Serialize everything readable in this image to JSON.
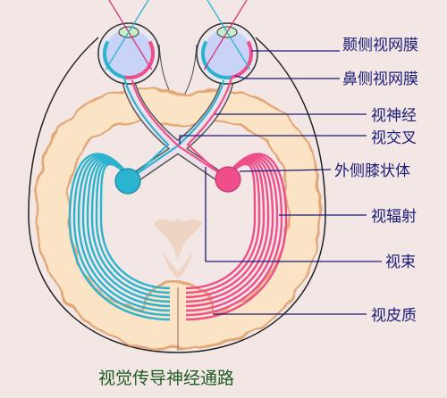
{
  "title": "视觉传导神经通路",
  "labels": {
    "temporal_retina": "颞侧视网膜",
    "nasal_retina": "鼻侧视网膜",
    "optic_nerve": "视神经",
    "optic_chiasm": "视交叉",
    "lateral_geniculate": "外侧膝状体",
    "optic_radiation": "视辐射",
    "optic_tract": "视束",
    "visual_cortex": "视皮质"
  },
  "colors": {
    "background": "#f3e7e5",
    "left_pathway": "#2bb3cf",
    "right_pathway": "#ee4f8b",
    "cortex": "#fbe3c6",
    "cortex_edge": "#e3a877",
    "label_text": "#1b1b78",
    "title_text": "#1e5b22"
  }
}
